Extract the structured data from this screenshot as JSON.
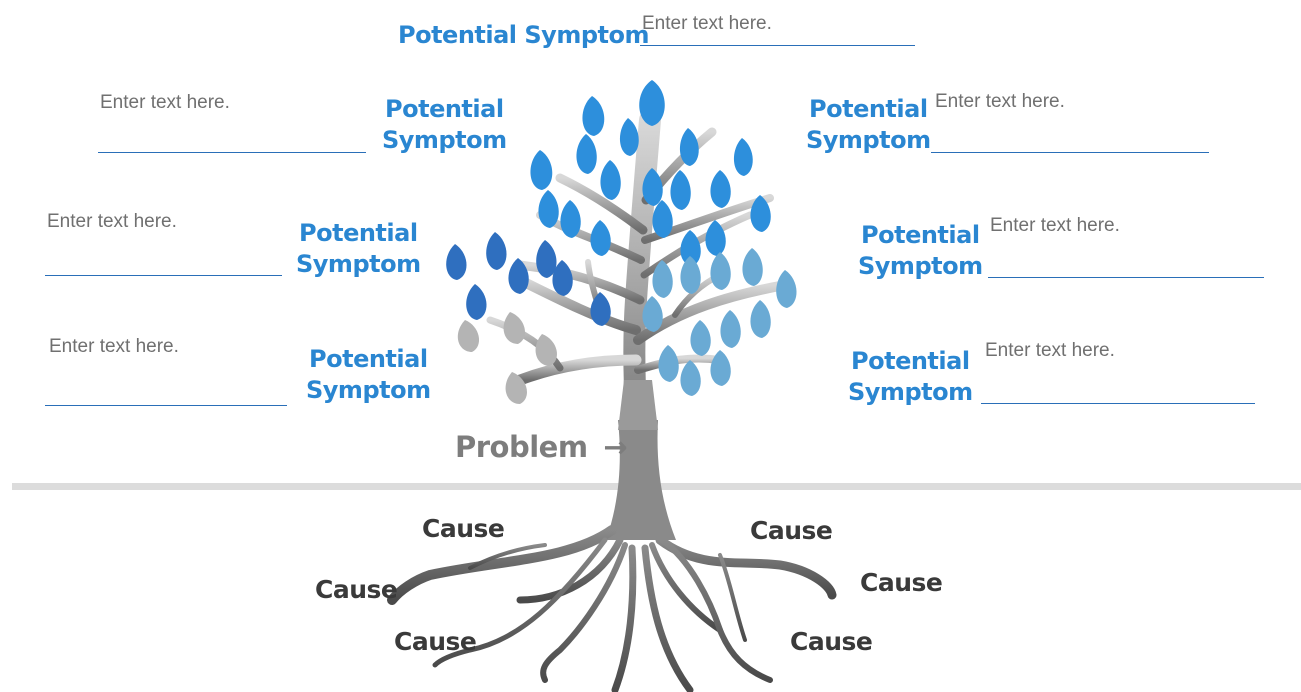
{
  "symptom_label": "Potential Symptom",
  "symptom_word1": "Potential",
  "symptom_word2": "Symptom",
  "entry_placeholder": "Enter text here.",
  "problem_label": "Problem",
  "problem_arrow": "→",
  "cause_label": "Cause",
  "colors": {
    "symptom_text": "#2a86d1",
    "underline": "#2a6fb8",
    "cause_text": "#3a3a3a",
    "trunk_gray": "#8a8a8a",
    "leaf_blue_light": "#6aaad4",
    "leaf_blue": "#2d8fdc",
    "leaf_blue_dark": "#2f6fbf",
    "leaf_gray": "#b4b4b4",
    "ground": "#dcdcdc"
  },
  "icons": [
    "tree-illustration",
    "arrow-right-icon"
  ]
}
